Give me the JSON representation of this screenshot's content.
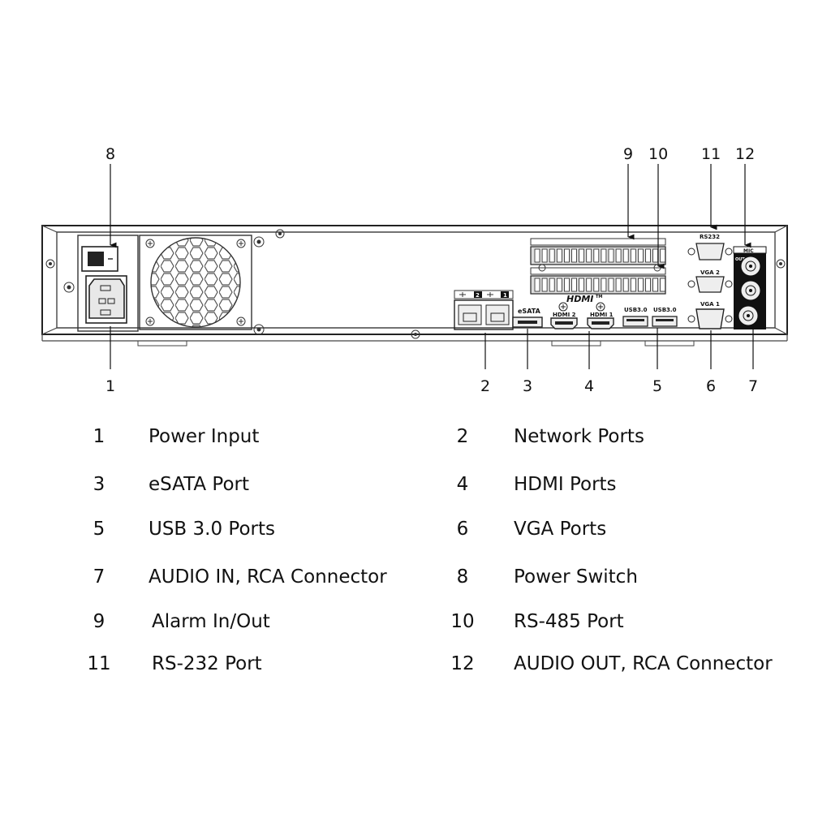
{
  "panel_labels": {
    "hdmi_logo": "HDMI",
    "hdmi_tm": "TM",
    "esata": "eSATA",
    "hdmi2": "HDMI 2",
    "hdmi1": "HDMI 1",
    "usb_a": "USB3.0",
    "usb_b": "USB3.0",
    "rs232": "RS232",
    "vga2": "VGA 2",
    "vga1": "VGA 1",
    "mic": "MIC",
    "out": "OUT",
    "lan2": "2",
    "lan1": "1"
  },
  "callouts": [
    "1",
    "2",
    "3",
    "4",
    "5",
    "6",
    "7",
    "8",
    "9",
    "10",
    "11",
    "12"
  ],
  "legend": {
    "items": [
      {
        "num": "1",
        "label": "Power Input"
      },
      {
        "num": "2",
        "label": "Network Ports"
      },
      {
        "num": "3",
        "label": "eSATA Port"
      },
      {
        "num": "4",
        "label": "HDMI Ports"
      },
      {
        "num": "5",
        "label": "USB 3.0 Ports"
      },
      {
        "num": "6",
        "label": "VGA Ports"
      },
      {
        "num": "7",
        "label": "AUDIO IN, RCA Connector"
      },
      {
        "num": "8",
        "label": "Power Switch"
      },
      {
        "num": "9",
        "label": "Alarm In/Out"
      },
      {
        "num": "10",
        "label": "RS-485 Port"
      },
      {
        "num": "11",
        "label": "RS-232 Port"
      },
      {
        "num": "12",
        "label": "AUDIO OUT, RCA Connector"
      }
    ]
  }
}
